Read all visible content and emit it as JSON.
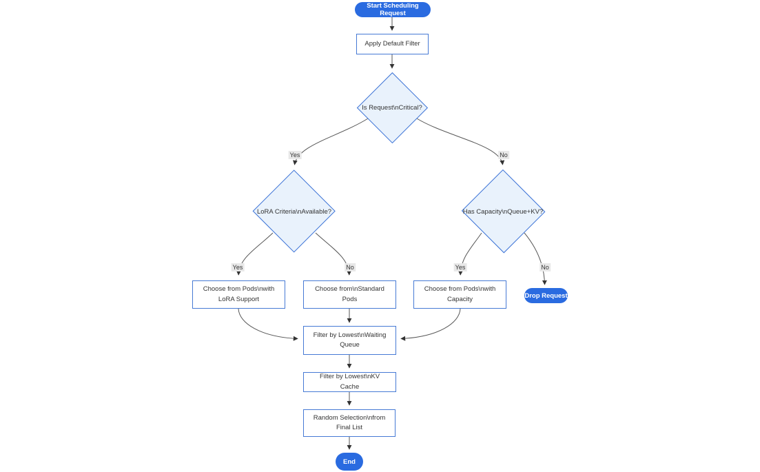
{
  "diagram": {
    "title": "Scheduling request flowchart",
    "nodes": {
      "start": "Start Scheduling Request",
      "apply_default_filter": "Apply Default Filter",
      "is_critical": "Is Request\\nCritical?",
      "lora_criteria": "LoRA Criteria\\nAvailable?",
      "has_capacity": "Has Capacity\\nQueue+KV?",
      "choose_lora_pods": "Choose from Pods\\nwith LoRA Support",
      "choose_standard_pods": "Choose from\\nStandard Pods",
      "choose_capacity_pods": "Choose from Pods\\nwith Capacity",
      "drop_request": "Drop Request",
      "filter_waiting_queue": "Filter by Lowest\\nWaiting Queue",
      "filter_kv_cache": "Filter by Lowest\\nKV Cache",
      "random_selection": "Random Selection\\nfrom Final List",
      "end": "End"
    },
    "edge_labels": {
      "critical_yes": "Yes",
      "critical_no": "No",
      "lora_yes": "Yes",
      "lora_no": "No",
      "capacity_yes": "Yes",
      "capacity_no": "No"
    },
    "colors": {
      "accent_blue": "#2a6be0",
      "decision_fill": "#e9f2fc",
      "node_border": "#3b72d6",
      "edge_stroke": "#555555",
      "edge_label_bg": "#e8e8e8",
      "text": "#333333"
    }
  }
}
